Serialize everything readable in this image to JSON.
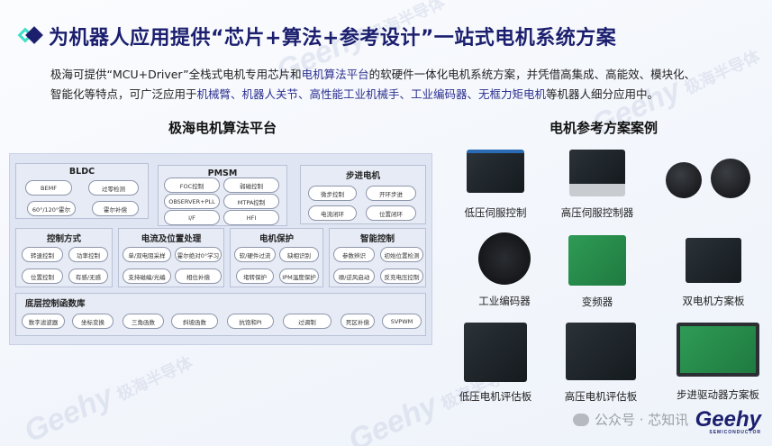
{
  "header": {
    "title": "为机器人应用提供“芯片+算法+参考设计”一站式电机系统方案",
    "icon": "double-diamond-icon",
    "colors": {
      "title": "#1b1f6e",
      "accent": "#3fe0c8"
    }
  },
  "intro": {
    "line1_a": "极海可提供“MCU+Driver”全栈式电机专用芯片和",
    "line1_hl": "电机算法平台",
    "line1_b": "的软硬件一体化电机系统方案，并凭借高集成、高能效、模块化、",
    "line2_a": "智能化等特点，可广泛应用于",
    "line2_hl": "机械臂、机器人关节、高性能工业机械手、工业编码器、无框力矩电机",
    "line2_b": "等机器人细分应用中。"
  },
  "platform": {
    "title": "极海电机算法平台",
    "groups": [
      {
        "name": "BLDC",
        "items": [
          "BEMF",
          "过零检测",
          "60°/120°霍尔",
          "霍尔补偿"
        ]
      },
      {
        "name": "PMSM",
        "items": [
          "FOC控制",
          "弱磁控制",
          "OBSERVER+PLL",
          "MTPA控制",
          "I/F",
          "HFI"
        ]
      },
      {
        "name": "步进电机",
        "items": [
          "微步控制",
          "开环步进",
          "电流闭环",
          "位置闭环"
        ]
      },
      {
        "name": "控制方式",
        "items": [
          "转速控制",
          "功率控制",
          "位置控制",
          "有感/无感"
        ]
      },
      {
        "name": "电流及位置处理",
        "items": [
          "单/双电阻采样",
          "霍尔绝对0°学习",
          "支持磁编/光编",
          "相位补偿"
        ]
      },
      {
        "name": "电机保护",
        "items": [
          "软/硬件过流",
          "缺相识别",
          "堵转保护",
          "IPM温度保护"
        ]
      },
      {
        "name": "智能控制",
        "items": [
          "参数辨识",
          "初始位置检测",
          "顺/逆风启动",
          "反充电压控制"
        ]
      },
      {
        "name": "底层控制函数库",
        "items": [
          "数字滤波器",
          "坐标变换",
          "三角函数",
          "斜坡函数",
          "抗饱和PI",
          "过调制",
          "死区补偿",
          "SVPWM"
        ]
      }
    ]
  },
  "cases": {
    "title": "电机参考方案案例",
    "items": [
      {
        "label": "低压伺服控制"
      },
      {
        "label": "高压伺服控制器"
      },
      {
        "label": ""
      },
      {
        "label": "工业编码器"
      },
      {
        "label": "变频器"
      },
      {
        "label": "双电机方案板"
      },
      {
        "label": "低压电机评估板"
      },
      {
        "label": "高压电机评估板"
      },
      {
        "label": "步进驱动器方案板"
      }
    ]
  },
  "footer": {
    "wechat": "公众号 · 芯知讯",
    "brand": "Geehy",
    "brand_sub": "SEMICONDUCTOR"
  },
  "watermark": {
    "brand": "Geehy",
    "cn": "极海半导体"
  }
}
